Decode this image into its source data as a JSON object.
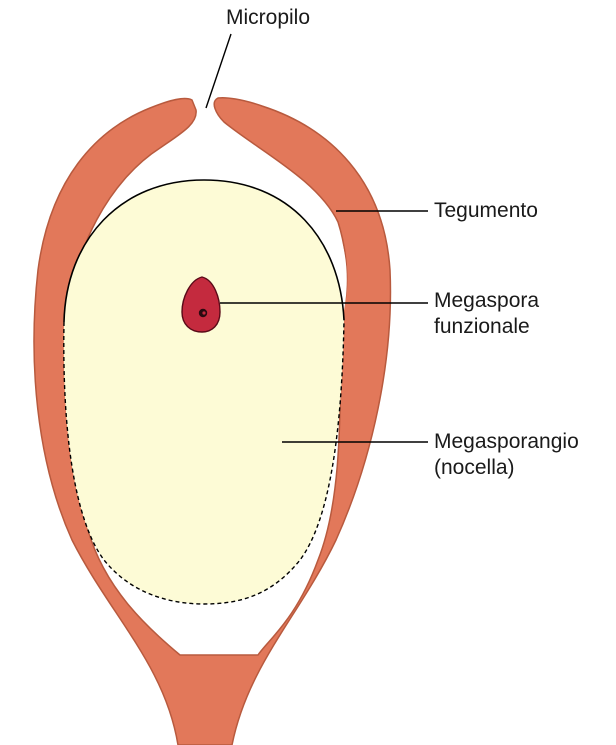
{
  "labels": {
    "micropyle": "Micropilo",
    "integument": "Tegumento",
    "megaspore": [
      "Megaspora",
      "funzionale"
    ],
    "megasporangium": [
      "Megasporangio",
      "(nocella)"
    ]
  },
  "colors": {
    "integument_fill": "#e2785a",
    "integument_edge": "#b85a3e",
    "nucellus_fill": "#fdfbd6",
    "megaspore_fill": "#c42a3e",
    "megaspore_nucleus": "#2a0a10",
    "leader_line": "#000000"
  }
}
